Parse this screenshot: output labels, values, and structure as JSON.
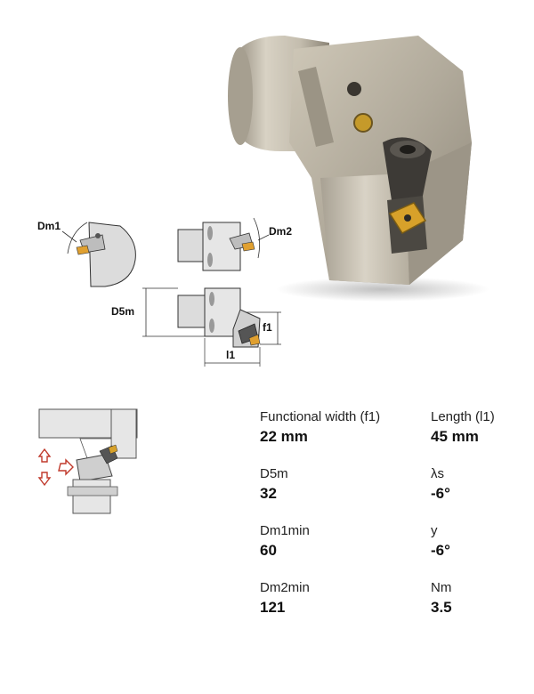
{
  "drawing_labels": {
    "dm1": "Dm1",
    "dm2": "Dm2",
    "d5m": "D5m",
    "f1": "f1",
    "l1": "l1"
  },
  "specs": {
    "functional_width": {
      "label": "Functional width (f1)",
      "value": "22 mm"
    },
    "length": {
      "label": "Length (l1)",
      "value": "45 mm"
    },
    "d5m": {
      "label": "D5m",
      "value": "32"
    },
    "lambda_s": {
      "label": "λs",
      "value": "-6°"
    },
    "dm1min": {
      "label": "Dm1min",
      "value": "60"
    },
    "gamma": {
      "label": "y",
      "value": "-6°"
    },
    "dm2min": {
      "label": "Dm2min",
      "value": "121"
    },
    "nm": {
      "label": "Nm",
      "value": "3.5"
    }
  },
  "colors": {
    "insert_gold": "#d7a12a",
    "arrow_red": "#c0392b",
    "steel": "#b9b3a7"
  },
  "icons": {
    "photo": "tool-holder-photo",
    "arrows": "direction-arrows-icon"
  }
}
